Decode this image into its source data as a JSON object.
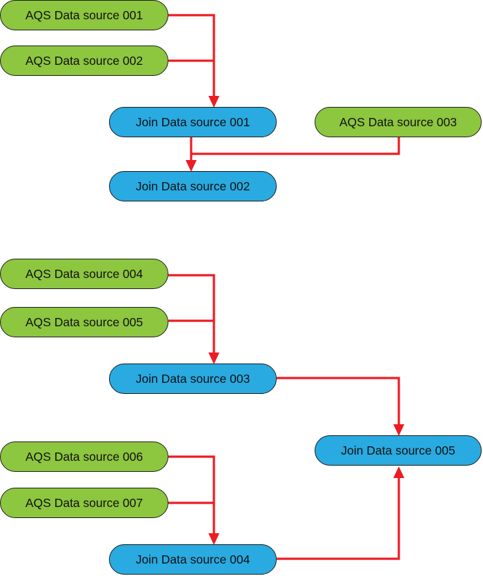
{
  "colors": {
    "aqs_fill": "#8dc63f",
    "join_fill": "#29aae1",
    "edge": "#ec1c24",
    "border": "#1a1a1a"
  },
  "nodes": {
    "aqs_001": "AQS Data source 001",
    "aqs_002": "AQS Data source 002",
    "aqs_003": "AQS Data source 003",
    "aqs_004": "AQS Data source 004",
    "aqs_005": "AQS Data source 005",
    "aqs_006": "AQS Data source 006",
    "aqs_007": "AQS Data source 007",
    "join_001": "Join Data source 001",
    "join_002": "Join Data source 002",
    "join_003": "Join Data source 003",
    "join_004": "Join Data source 004",
    "join_005": "Join Data source 005"
  },
  "edges": [
    {
      "from": "aqs_001",
      "to": "join_001"
    },
    {
      "from": "aqs_002",
      "to": "join_001"
    },
    {
      "from": "join_001",
      "to": "join_002"
    },
    {
      "from": "aqs_003",
      "to": "join_002"
    },
    {
      "from": "aqs_004",
      "to": "join_003"
    },
    {
      "from": "aqs_005",
      "to": "join_003"
    },
    {
      "from": "join_003",
      "to": "join_005"
    },
    {
      "from": "aqs_006",
      "to": "join_004"
    },
    {
      "from": "aqs_007",
      "to": "join_004"
    },
    {
      "from": "join_004",
      "to": "join_005"
    }
  ]
}
